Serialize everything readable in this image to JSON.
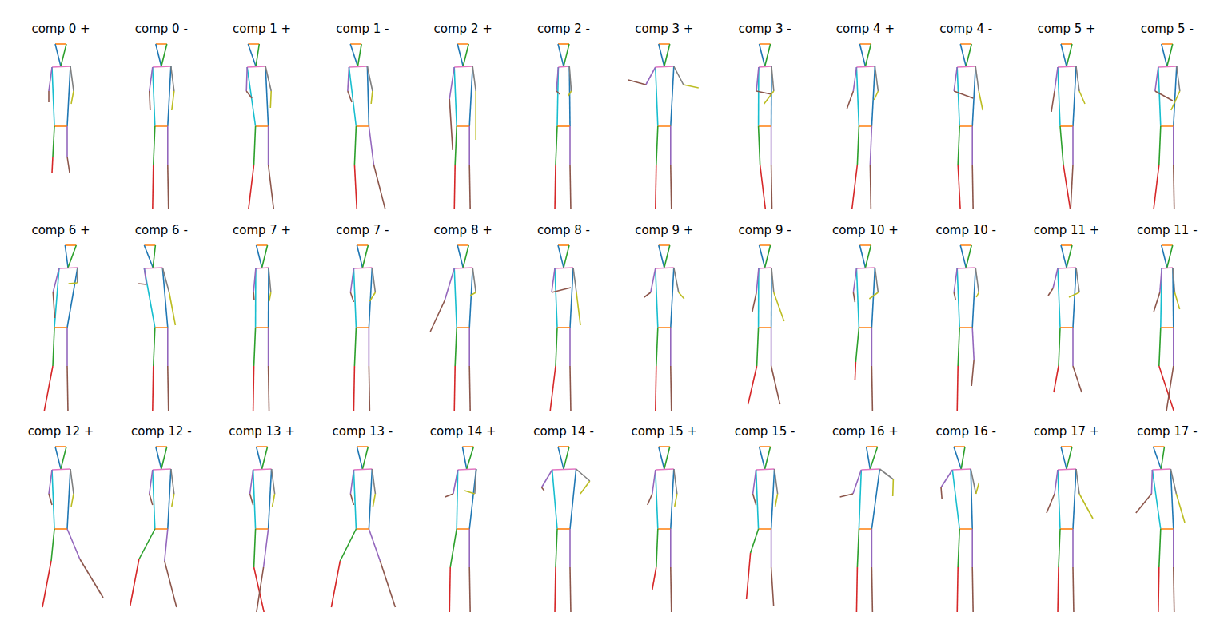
{
  "diagram": {
    "labels": [
      "comp 0 +",
      "comp 0 -",
      "comp 1 +",
      "comp 1 -",
      "comp 2 +",
      "comp 2 -",
      "comp 3 +",
      "comp 3 -",
      "comp 4 +",
      "comp 4 -",
      "comp 5 +",
      "comp 5 -",
      "comp 6 +",
      "comp 6 -",
      "comp 7 +",
      "comp 7 -",
      "comp 8 +",
      "comp 8 -",
      "comp 9 +",
      "comp 9 -",
      "comp 10 +",
      "comp 10 -",
      "comp 11 +",
      "comp 11 -",
      "comp 12 +",
      "comp 12 -",
      "comp 13 +",
      "comp 13 -",
      "comp 14 +",
      "comp 14 -",
      "comp 15 +",
      "comp 15 -",
      "comp 16 +",
      "comp 16 -",
      "comp 17 +",
      "comp 17 -"
    ]
  }
}
